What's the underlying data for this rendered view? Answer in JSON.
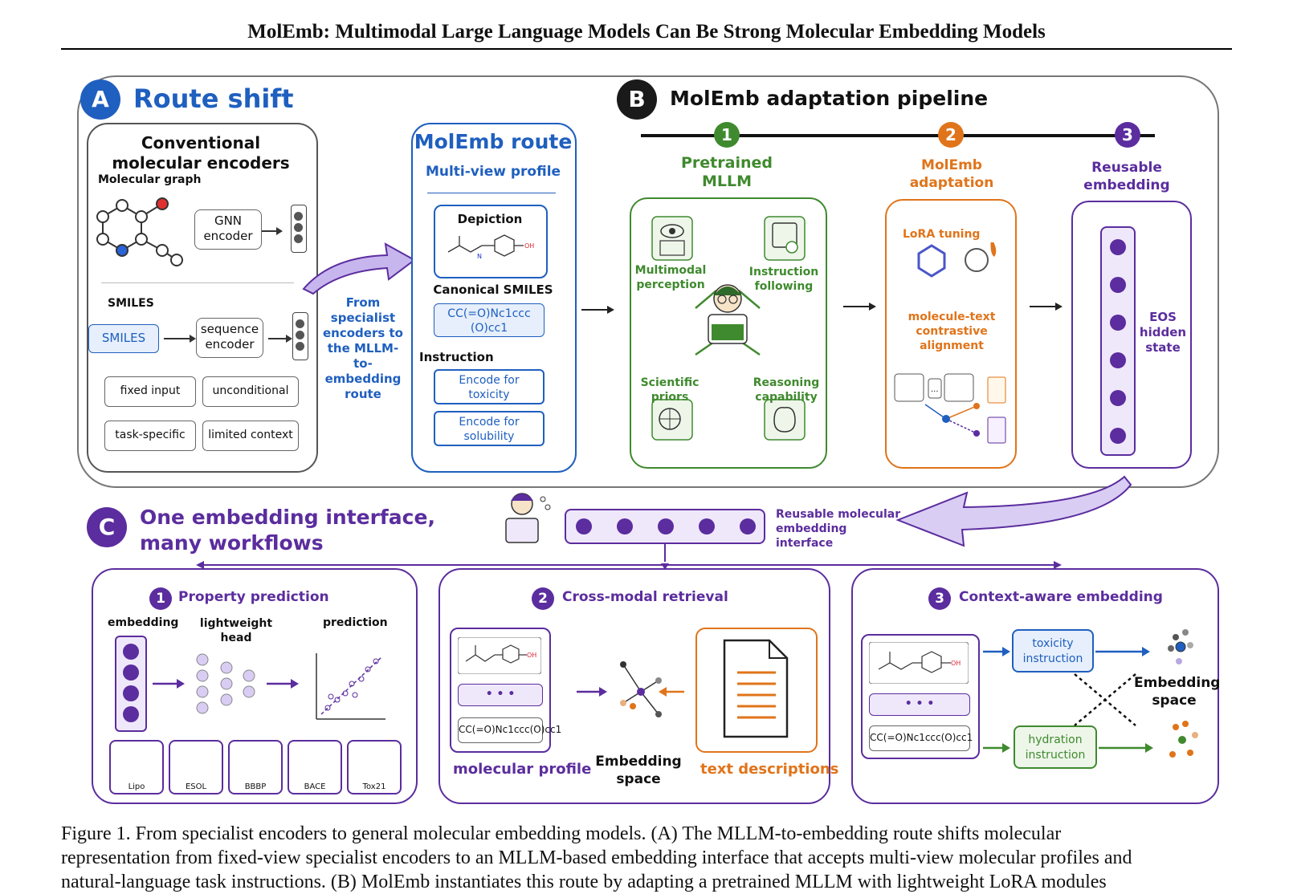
{
  "running_title": "MolEmb: Multimodal Large Language Models Can Be Strong Molecular Embedding Models",
  "panelA": {
    "badge": "A",
    "title": "Route shift",
    "conventional": {
      "title": "Conventional molecular encoders",
      "graph_label": "Molecular graph",
      "gnn": "GNN encoder",
      "smiles_label": "SMILES",
      "smiles_chip": "SMILES",
      "seq": "sequence encoder",
      "limits": [
        "fixed input",
        "unconditional",
        "task-specific",
        "limited context"
      ]
    },
    "arrow_text": "From specialist encoders to the MLLM-to-embedding route",
    "molemb_route": {
      "title": "MolEmb route",
      "subtitle": "Multi-view profile",
      "depiction": "Depiction",
      "canonical": "Canonical SMILES",
      "smiles_value": "CC(=O)Nc1ccc(O)cc1",
      "instruction": "Instruction",
      "instr1": "Encode for toxicity",
      "instr2": "Encode for solubility"
    }
  },
  "panelB": {
    "badge": "B",
    "title": "MolEmb adaptation pipeline",
    "steps": [
      {
        "num": "1",
        "label": "Pretrained MLLM"
      },
      {
        "num": "2",
        "label": "MolEmb adaptation"
      },
      {
        "num": "3",
        "label": "Reusable embedding"
      }
    ],
    "mllm": {
      "cap1": "Multimodal perception",
      "cap2": "Instruction following",
      "cap3": "Scientific priors",
      "cap4": "Reasoning capability"
    },
    "adapt": {
      "lora": "LoRA tuning",
      "contrast": "molecule-text contrastive alignment"
    },
    "eos": "EOS hidden state"
  },
  "panelC": {
    "badge": "C",
    "title_line1": "One embedding interface,",
    "title_line2": "many workflows",
    "interface_label": "Reusable molecular embedding interface",
    "prop": {
      "num": "1",
      "title": "Property prediction",
      "embedding": "embedding",
      "head": "lightweight head",
      "prediction": "prediction",
      "datasets": [
        "Lipo",
        "ESOL",
        "BBBP",
        "BACE",
        "Tox21"
      ]
    },
    "retrieval": {
      "num": "2",
      "title": "Cross-modal retrieval",
      "smiles": "CC(=O)Nc1ccc(O)cc1",
      "ellipsis": "• • •",
      "mol_profile": "molecular profile",
      "emb_space": "Embedding space",
      "text_desc": "text descriptions"
    },
    "context": {
      "num": "3",
      "title": "Context-aware embedding",
      "smiles": "CC(=O)Nc1ccc(O)cc1",
      "ellipsis": "• • •",
      "tox": "toxicity instruction",
      "hyd": "hydration instruction",
      "emb_space": "Embedding space"
    }
  },
  "caption": {
    "line1": "Figure 1.  From specialist encoders to general molecular embedding models.  (A) The MLLM-to-embedding route shifts molecular",
    "line2": "representation from fixed-view specialist encoders to an MLLM-based embedding interface that accepts multi-view molecular profiles and",
    "line3": "natural-language task instructions.  (B) MolEmb instantiates this route by adapting a pretrained MLLM with lightweight LoRA modules"
  },
  "colors": {
    "blue": "#1f5fbf",
    "green": "#3f8a2e",
    "orange": "#e0741a",
    "purple": "#5b2d9e"
  }
}
